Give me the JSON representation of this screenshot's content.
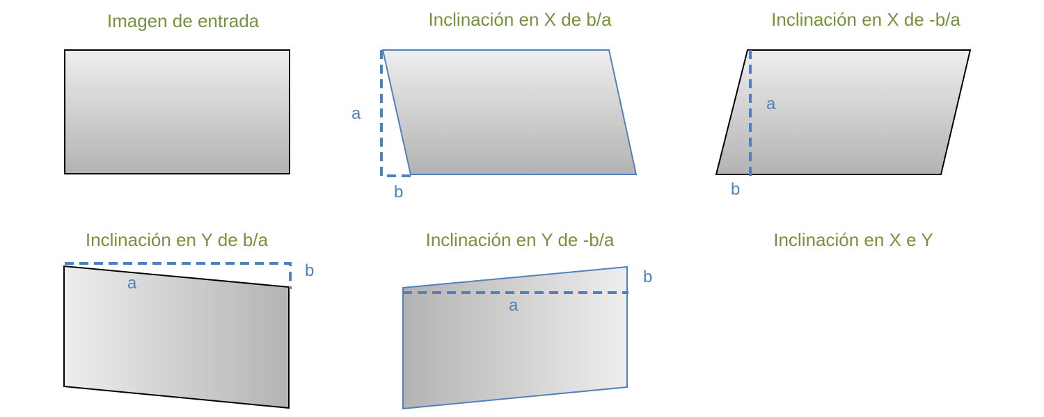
{
  "panels": [
    {
      "id": "input",
      "title": "Imagen de entrada"
    },
    {
      "id": "shear_x_pos",
      "title": "Inclinación en X de b/a",
      "labels": {
        "a": "a",
        "b": "b"
      }
    },
    {
      "id": "shear_x_neg",
      "title": "Inclinación en X de -b/a",
      "labels": {
        "a": "a",
        "b": "b"
      }
    },
    {
      "id": "shear_y_pos",
      "title": "Inclinación en Y de b/a",
      "labels": {
        "a": "a",
        "b": "b"
      }
    },
    {
      "id": "shear_y_neg",
      "title": "Inclinación en Y de -b/a",
      "labels": {
        "a": "a",
        "b": "b"
      }
    },
    {
      "id": "shear_xy",
      "title": "Inclinación en X e Y"
    }
  ],
  "colors": {
    "title": "#76923c",
    "label": "#4f81bd",
    "outline_black": "#000000",
    "outline_blue": "#4f81bd",
    "gradient_light": "#eeeeee",
    "gradient_dark": "#b3b3b3"
  }
}
